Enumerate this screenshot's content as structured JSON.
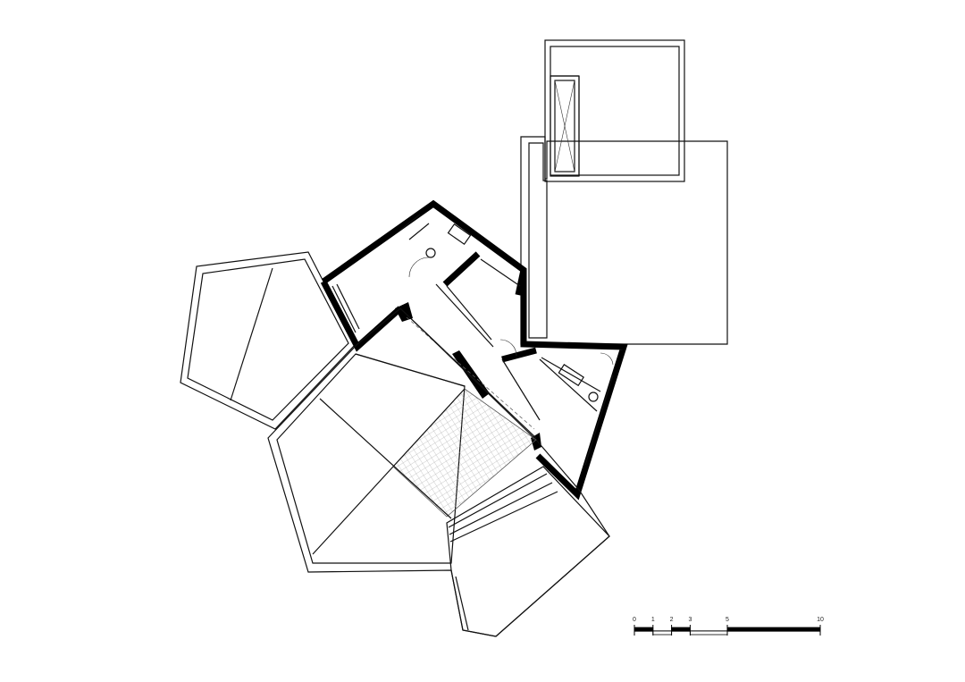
{
  "scale_bar": {
    "ticks": [
      "0",
      "1",
      "2",
      "3",
      "5",
      "10"
    ],
    "tick_values": [
      0,
      1,
      2,
      3,
      5,
      10
    ],
    "max": 10
  },
  "colors": {
    "line": "#111111",
    "wall": "#000000",
    "background": "#ffffff"
  }
}
